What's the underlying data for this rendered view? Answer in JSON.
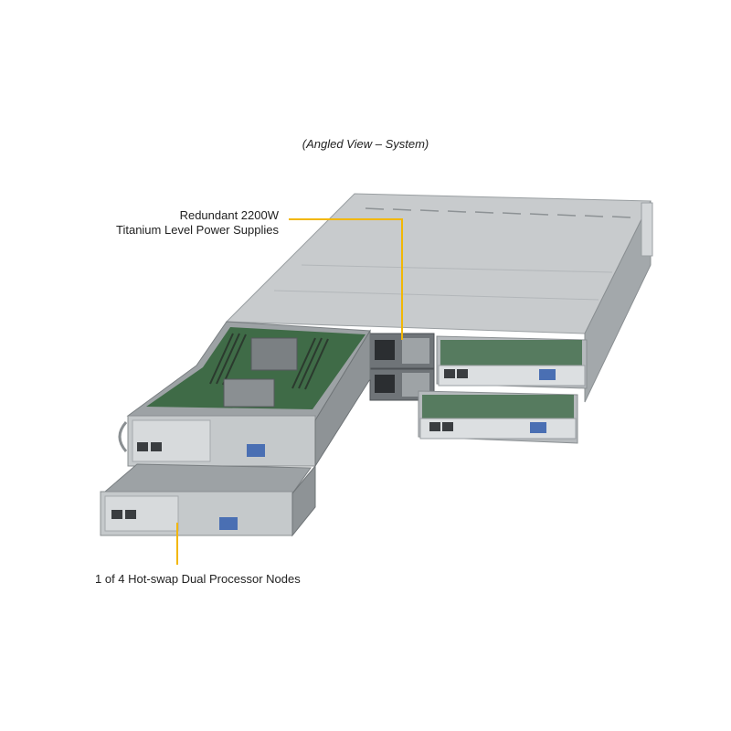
{
  "caption": "(Angled View – System)",
  "callouts": {
    "psu_line1": "Redundant 2200W",
    "psu_line2": "Titanium Level Power Supplies",
    "node": "1 of 4 Hot-swap Dual Processor Nodes"
  },
  "colors": {
    "leader": "#f2b705",
    "chassis_top": "#c9ccce",
    "chassis_dark": "#8e9396",
    "bracket": "#d7dadc",
    "board_green": "#3f6b47",
    "vga_blue": "#4a6fb3"
  }
}
